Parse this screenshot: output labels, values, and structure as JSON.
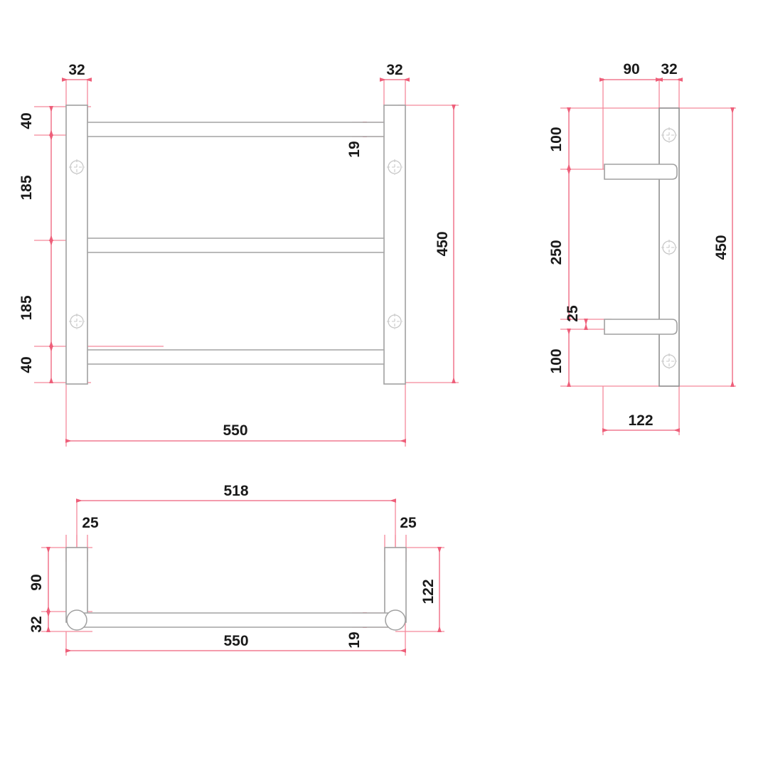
{
  "drawing": {
    "type": "technical-drawing",
    "subject": "heated-towel-rail-3-bar",
    "units": "mm",
    "line_colors": {
      "dimension": "#f4899b",
      "dimension_text": "#1a1a1a",
      "object": "#9a9a9a",
      "object_dark": "#808080",
      "background": "#ffffff"
    }
  },
  "views": {
    "front": {
      "name": "front-view",
      "dimensions": {
        "post_width_left": "32",
        "post_width_right": "32",
        "top_gap": "40",
        "rail_spacing_upper": "185",
        "rail_spacing_lower": "185",
        "bottom_gap": "40",
        "rail_thickness": "19",
        "overall_height": "450",
        "overall_width": "550"
      },
      "rail_count": 3,
      "hole_count_per_post": 2
    },
    "side": {
      "name": "side-view",
      "dimensions": {
        "arm_length": "90",
        "post_depth": "32",
        "top_to_upper_arm": "100",
        "between_arms": "250",
        "arm_thickness": "25",
        "lower_arm_to_bottom": "100",
        "overall_height": "450",
        "overall_depth": "122"
      },
      "hole_count": 3
    },
    "top": {
      "name": "top-view",
      "dimensions": {
        "inner_width": "518",
        "end_offset_left": "25",
        "end_offset_right": "25",
        "post_length": "90",
        "post_width": "32",
        "overall_width": "550",
        "rail_diameter": "19",
        "depth": "122"
      }
    }
  },
  "labels": {
    "front_top_left_32": "32",
    "front_top_right_32": "32",
    "front_40_top": "40",
    "front_185_upper": "185",
    "front_185_lower": "185",
    "front_40_bottom": "40",
    "front_19": "19",
    "front_450": "450",
    "front_550": "550",
    "side_90": "90",
    "side_32": "32",
    "side_100_top": "100",
    "side_250": "250",
    "side_25": "25",
    "side_100_bottom": "100",
    "side_450": "450",
    "side_122": "122",
    "top_518": "518",
    "top_25_left": "25",
    "top_25_right": "25",
    "top_90": "90",
    "top_32": "32",
    "top_122": "122",
    "top_19": "19",
    "top_550": "550"
  }
}
